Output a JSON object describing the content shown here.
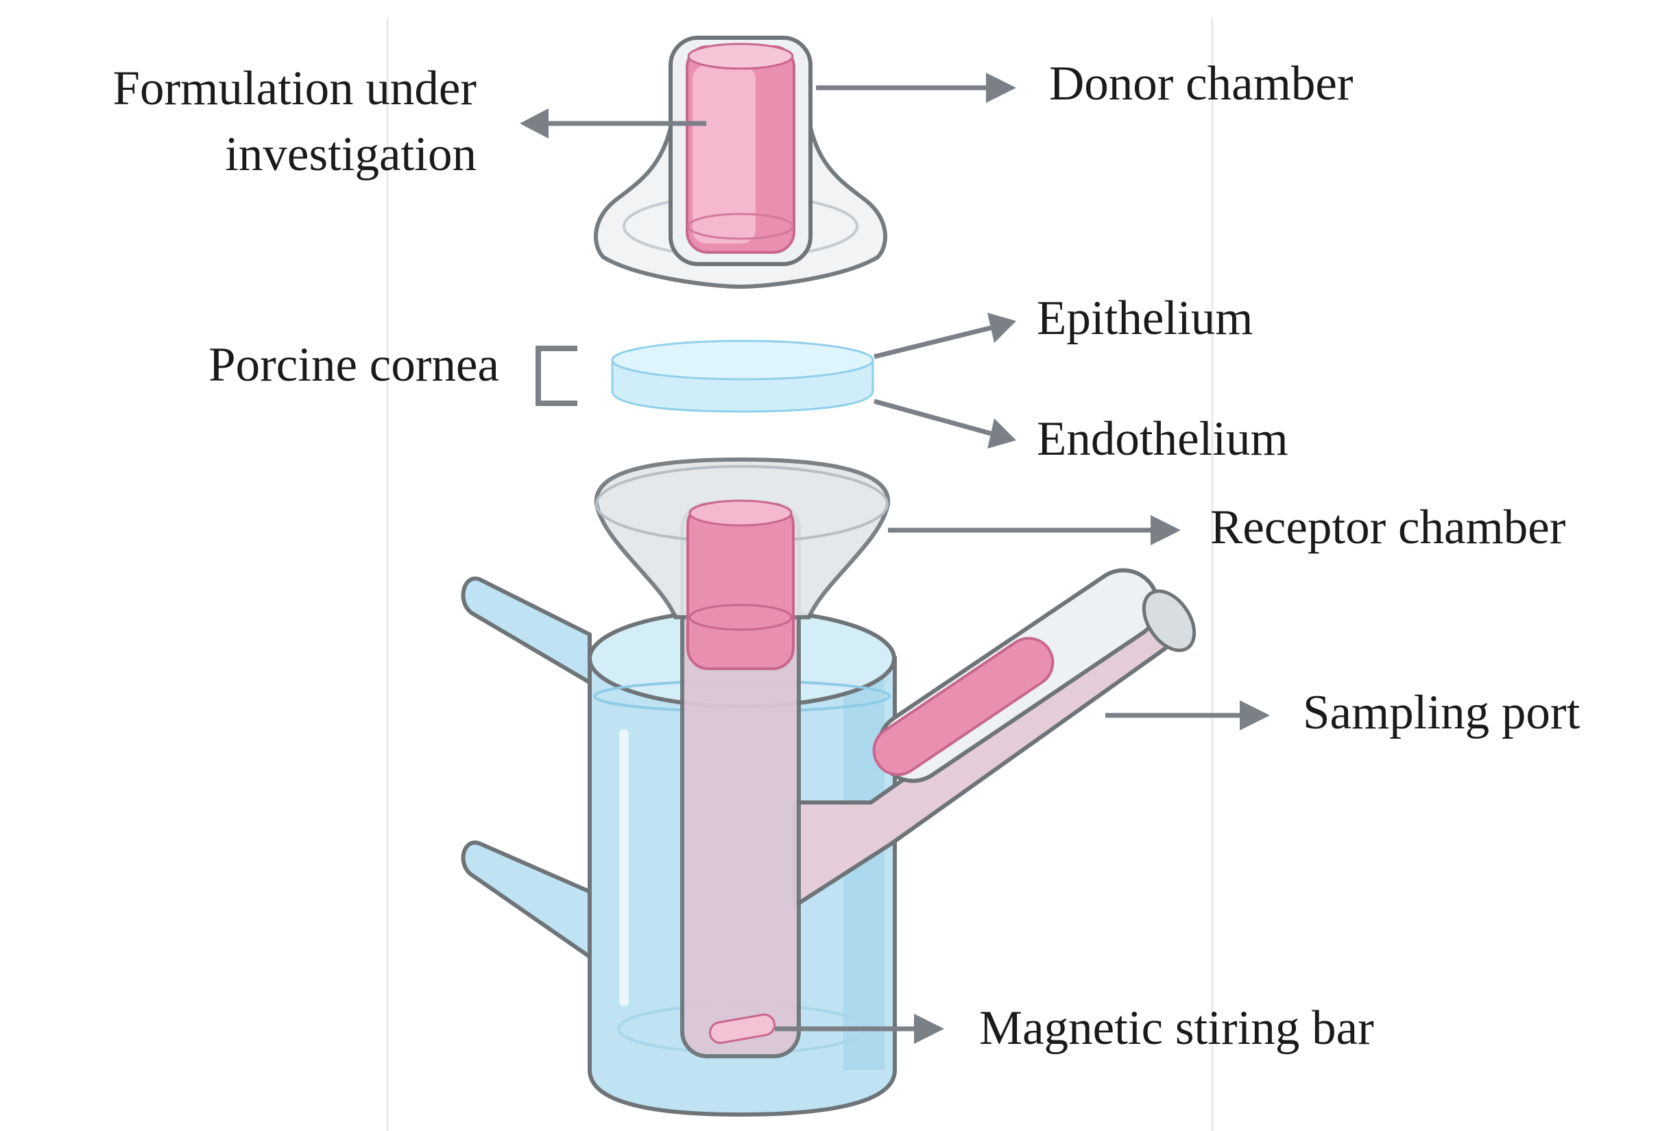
{
  "labels": {
    "formulation_line1": "Formulation under",
    "formulation_line2": "investigation",
    "donor_chamber": "Donor chamber",
    "porcine_cornea": "Porcine cornea",
    "epithelium": "Epithelium",
    "endothelium": "Endothelium",
    "receptor_chamber": "Receptor chamber",
    "sampling_port": "Sampling port",
    "magnetic_stirring_bar": "Magnetic stiring bar"
  },
  "colors": {
    "arrow": "#7b8087",
    "glass_outline": "#6e7478",
    "glass_fill": "#eef1f3",
    "medium_blue": "#bfe3f2",
    "medium_blue_dark": "#8fcbe6",
    "formulation_pink": "#e98fb0",
    "formulation_pink_light": "#f4b8cf",
    "cornea_blue": "#cfeefa",
    "text": "#1a1a1a"
  }
}
